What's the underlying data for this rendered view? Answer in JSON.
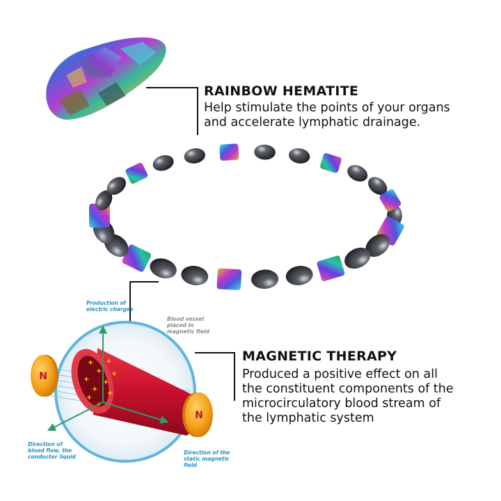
{
  "sections": {
    "rainbow": {
      "title": "RAINBOW HEMATITE",
      "lines": [
        "Help stimulate the points of your organs",
        "and accelerate lymphatic drainage."
      ]
    },
    "magnetic": {
      "title": "MAGNETIC THERAPY",
      "lines": [
        "Produced a positive effect on all",
        "the constituent components of the",
        "microcirculatory blood stream of",
        "the lymphatic system"
      ]
    }
  },
  "diagram": {
    "labels": {
      "charges": [
        "Production of",
        "electric charges"
      ],
      "vessel": [
        "Blood vessel",
        "placed in",
        "magnetic field"
      ],
      "flow": [
        "Direction of",
        "blood flow, the",
        "conductor liquid"
      ],
      "field": [
        "Direction of the",
        "static magnetic",
        "field"
      ]
    },
    "magnet_letter": "N"
  },
  "colors": {
    "text": "#111111",
    "diagram_blue": "#2a8fc5",
    "magnet_orange": "#f7a21b",
    "vessel_red": "#c8102e"
  }
}
